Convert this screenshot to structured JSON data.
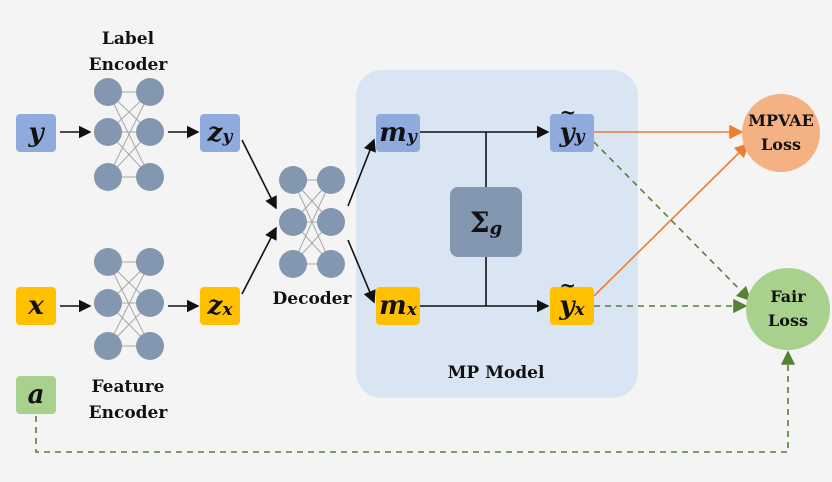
{
  "labels": {
    "label_encoder_line1": "Label",
    "label_encoder_line2": "Encoder",
    "feature_encoder_line1": "Feature",
    "feature_encoder_line2": "Encoder",
    "decoder": "Decoder",
    "mp_model": "MP Model"
  },
  "variables": {
    "y": "y",
    "x": "x",
    "a": "a",
    "z": "z",
    "z_y_sub": "y",
    "z_x_sub": "x",
    "m": "m",
    "m_y_sub": "y",
    "m_x_sub": "x",
    "ytilde": "y",
    "ytilde_y_sub": "y",
    "ytilde_x_sub": "x",
    "sigma": "Σ",
    "sigma_sub": "g"
  },
  "losses": {
    "mpvae_line1": "MPVAE",
    "mpvae_line2": "Loss",
    "fair_line1": "Fair",
    "fair_line2": "Loss"
  },
  "colors": {
    "blue_box": "#8faadc",
    "gold_box": "#ffc000",
    "green_box": "#a9d18e",
    "mp_panel": "#d9e5f3",
    "sigma_box": "#8497b0",
    "mpvae_circle": "#f4b183",
    "fair_circle": "#a9d18e",
    "node": "#8497b0",
    "orange_arrow": "#ed7d31",
    "green_dashed_arrow": "#548235"
  }
}
